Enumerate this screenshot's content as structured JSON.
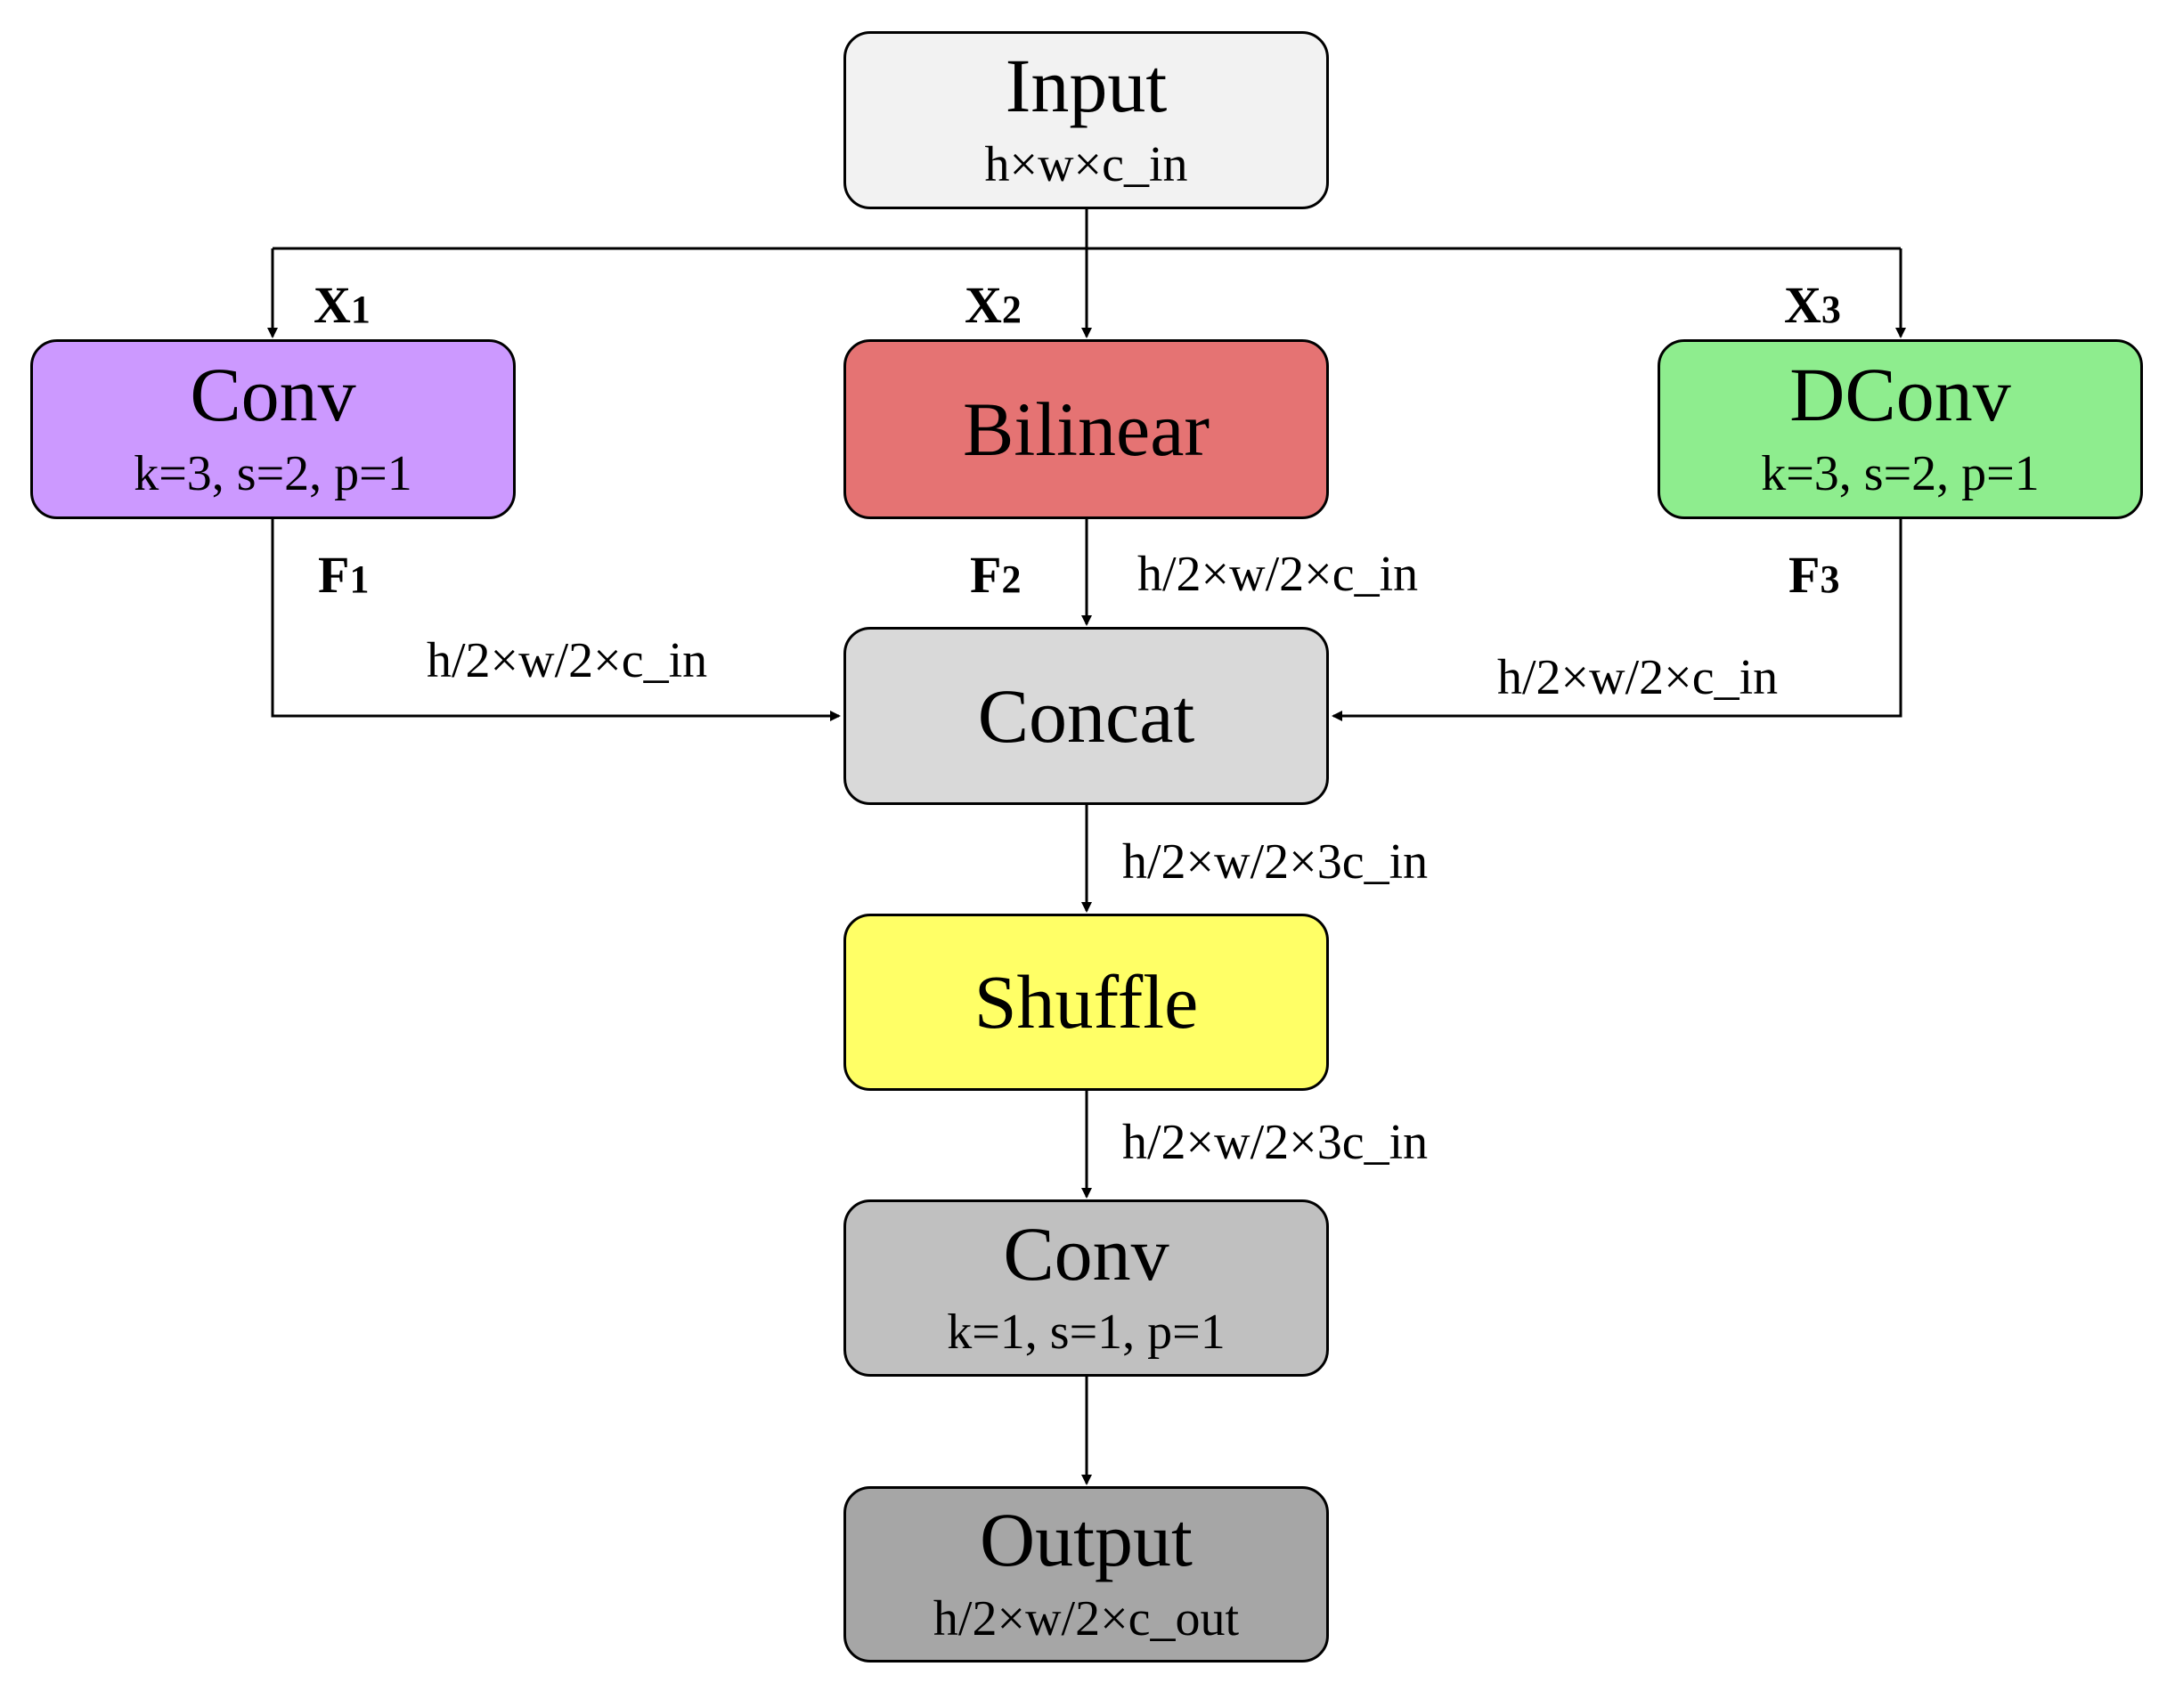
{
  "colors": {
    "input": "#f2f2f2",
    "conv_left": "#cc99ff",
    "bilinear": "#e57373",
    "dconv": "#8eed8e",
    "concat": "#d9d9d9",
    "shuffle": "#ffff66",
    "conv_out": "#c0c0c0",
    "output": "#a6a6a6",
    "line": "#000000"
  },
  "nodes": {
    "input": {
      "title": "Input",
      "sub": "h×w×c_in"
    },
    "conv_left": {
      "title": "Conv",
      "sub": "k=3,  s=2,  p=1"
    },
    "bilinear": {
      "title": "Bilinear"
    },
    "dconv": {
      "title": "DConv",
      "sub": "k=3,  s=2,  p=1"
    },
    "concat": {
      "title": "Concat"
    },
    "shuffle": {
      "title": "Shuffle"
    },
    "conv_out": {
      "title": "Conv",
      "sub": "k=1,  s=1,  p=1"
    },
    "output": {
      "title": "Output",
      "sub": "h/2×w/2×c_out"
    }
  },
  "branch_tags": {
    "x1": {
      "base": "X",
      "idx": "1"
    },
    "x2": {
      "base": "X",
      "idx": "2"
    },
    "x3": {
      "base": "X",
      "idx": "3"
    },
    "f1": {
      "base": "F",
      "idx": "1"
    },
    "f2": {
      "base": "F",
      "idx": "2"
    },
    "f3": {
      "base": "F",
      "idx": "3"
    }
  },
  "edge_labels": {
    "f1_to_concat": "h/2×w/2×c_in",
    "f2_to_concat": "h/2×w/2×c_in",
    "f3_to_concat": "h/2×w/2×c_in",
    "concat_to_shuffle": "h/2×w/2×3c_in",
    "shuffle_to_conv": "h/2×w/2×3c_in"
  }
}
